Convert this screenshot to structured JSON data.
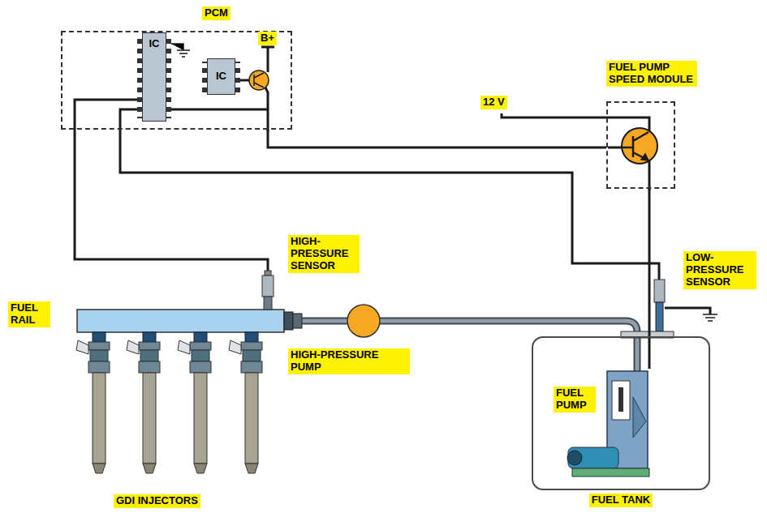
{
  "diagram": {
    "nodes": [
      {
        "text": [
          "PCM"
        ]
      },
      {
        "text": [
          "IC"
        ],
        "in": 0
      },
      {
        "text": [
          "IC"
        ],
        "in": 0
      },
      {
        "text": [
          "FUEL PUMP SPEED MODULE"
        ]
      },
      {
        "text": [
          "FUEL TANK"
        ]
      },
      {
        "text": [
          "FUEL PUMP"
        ],
        "in": 4
      }
    ],
    "edges": [
      {
        "from": 0,
        "to": 3,
        "arrow": "none"
      },
      {
        "from": 3,
        "to": 5,
        "arrow": "none"
      }
    ],
    "labels": [
      "B+",
      "12 V",
      "HIGH-PRESSURE SENSOR",
      "FUEL RAIL",
      "HIGH-PRESSURE PUMP",
      "LOW-PRESSURE SENSOR",
      "GDI INJECTORS"
    ]
  }
}
